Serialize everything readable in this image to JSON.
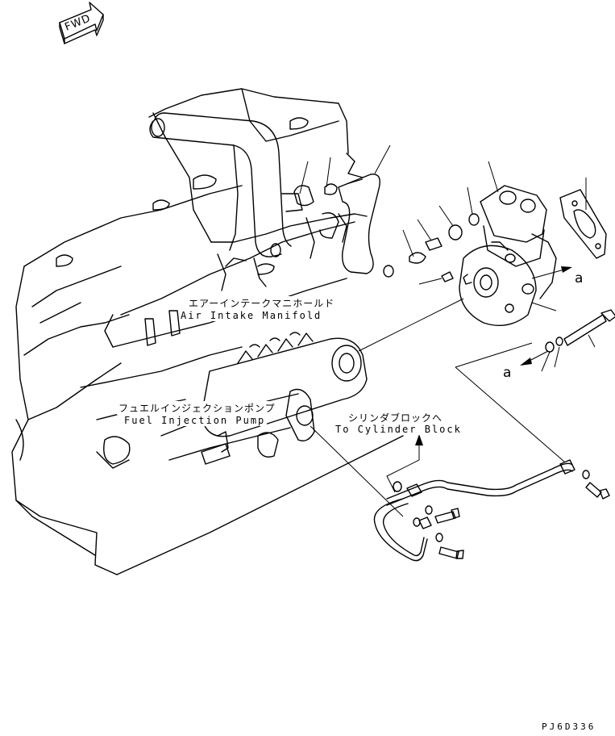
{
  "direction": {
    "label": "FWD",
    "icon": "fwd-arrow-icon"
  },
  "labels": {
    "air_intake_jp": "エアーインテークマニホールド",
    "air_intake_en": "Air Intake Manifold",
    "fuel_pump_jp": "フュエルインジェクションポンプ",
    "fuel_pump_en": "Fuel Injection Pump",
    "cylinder_jp": "シリンダブロックへ",
    "cylinder_en": "To Cylinder Block"
  },
  "reference_marks": {
    "upper": "a",
    "lower": "a"
  },
  "drawing_code": "PJ6D336"
}
